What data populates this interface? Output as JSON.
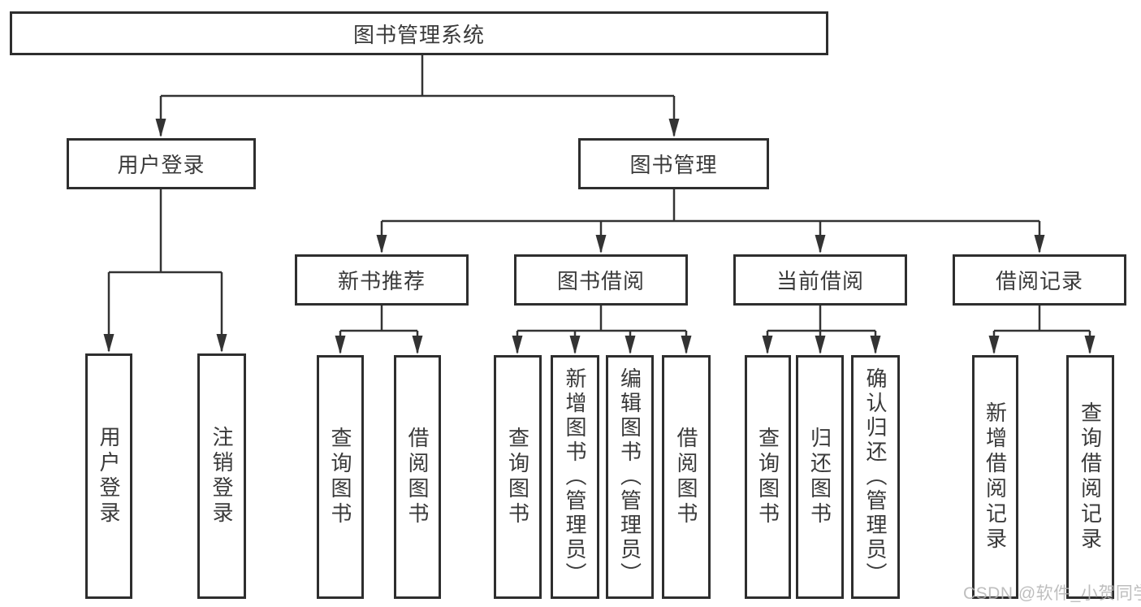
{
  "root": {
    "label": "图书管理系统"
  },
  "branches": [
    {
      "label": "用户登录",
      "children": [
        {
          "label": "用户登录"
        },
        {
          "label": "注销登录"
        }
      ]
    },
    {
      "label": "图书管理",
      "children": [
        {
          "label": "新书推荐",
          "children": [
            {
              "label": "查询图书"
            },
            {
              "label": "借阅图书"
            }
          ]
        },
        {
          "label": "图书借阅",
          "children": [
            {
              "label": "查询图书"
            },
            {
              "label": "新增图书（管理员）"
            },
            {
              "label": "编辑图书（管理员）"
            },
            {
              "label": "借阅图书"
            }
          ]
        },
        {
          "label": "当前借阅",
          "children": [
            {
              "label": "查询图书"
            },
            {
              "label": "归还图书"
            },
            {
              "label": "确认归还（管理员）"
            }
          ]
        },
        {
          "label": "借阅记录",
          "children": [
            {
              "label": "新增借阅记录"
            },
            {
              "label": "查询借阅记录"
            }
          ]
        }
      ]
    }
  ],
  "watermark": {
    "text": "CSDN @软件_小贺同学"
  },
  "colors": {
    "line": "#333333",
    "box_border": "#2e2e2e",
    "text": "#3a3a3a",
    "background": "#ffffff",
    "watermark": "#b3b3b3"
  }
}
